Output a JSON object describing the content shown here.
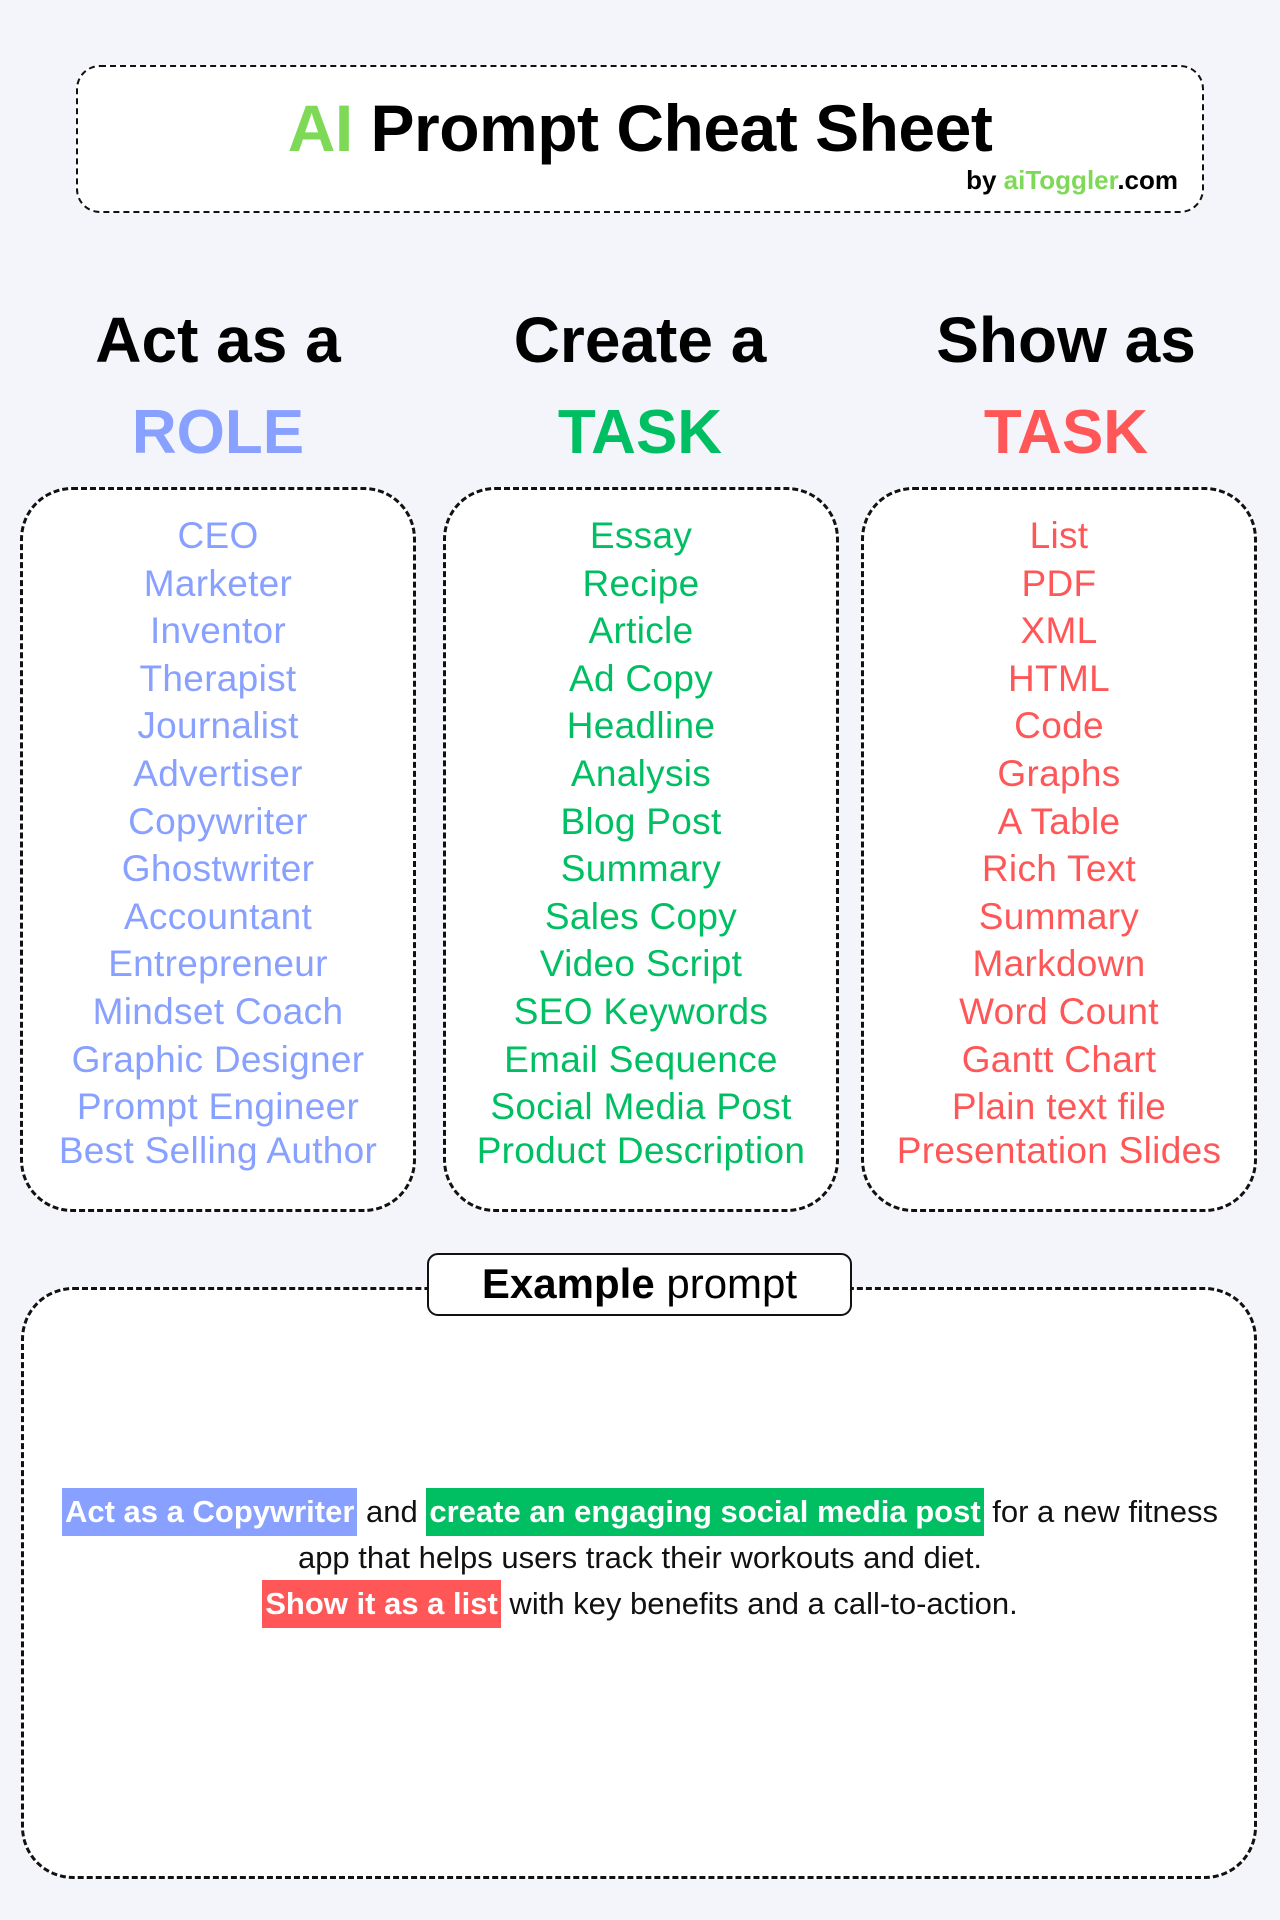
{
  "header": {
    "title_accent": "AI",
    "title_rest": "Prompt Cheat Sheet",
    "byline_prefix": "by ",
    "byline_brand": "aiToggler",
    "byline_suffix": ".com"
  },
  "colors": {
    "background": "#F4F5FA",
    "accent_green": "#7ED957",
    "role_blue": "#88A0FF",
    "task_green": "#00BF63",
    "show_red": "#FF5757"
  },
  "columns": [
    {
      "heading": "Act as a",
      "keyword": "ROLE",
      "items": [
        "CEO",
        "Marketer",
        "Inventor",
        "Therapist",
        "Journalist",
        "Advertiser",
        "Copywriter",
        "Ghostwriter",
        "Accountant",
        "Entrepreneur",
        "Mindset Coach",
        "Graphic Designer",
        "Prompt Engineer",
        "Best Selling Author"
      ]
    },
    {
      "heading": "Create a",
      "keyword": "TASK",
      "items": [
        "Essay",
        "Recipe",
        "Article",
        "Ad Copy",
        "Headline",
        "Analysis",
        "Blog Post",
        "Summary",
        "Sales Copy",
        "Video Script",
        "SEO Keywords",
        "Email Sequence",
        "Social Media Post",
        "Product Description"
      ]
    },
    {
      "heading": "Show as",
      "keyword": "TASK",
      "items": [
        "List",
        "PDF",
        "XML",
        "HTML",
        "Code",
        "Graphs",
        "A Table",
        "Rich Text",
        "Summary",
        "Markdown",
        "Word Count",
        "Gantt Chart",
        "Plain text file",
        "Presentation Slides"
      ]
    }
  ],
  "example": {
    "label_bold": "Example",
    "label_regular": " prompt",
    "role_phrase": "Act as a Copywriter",
    "text_1": " and ",
    "task_phrase": "create an engaging social media post",
    "text_2": " for a new fitness app that helps users track their workouts and diet.",
    "show_phrase": "Show it as a list",
    "text_3": " with key benefits and a call-to-action."
  }
}
